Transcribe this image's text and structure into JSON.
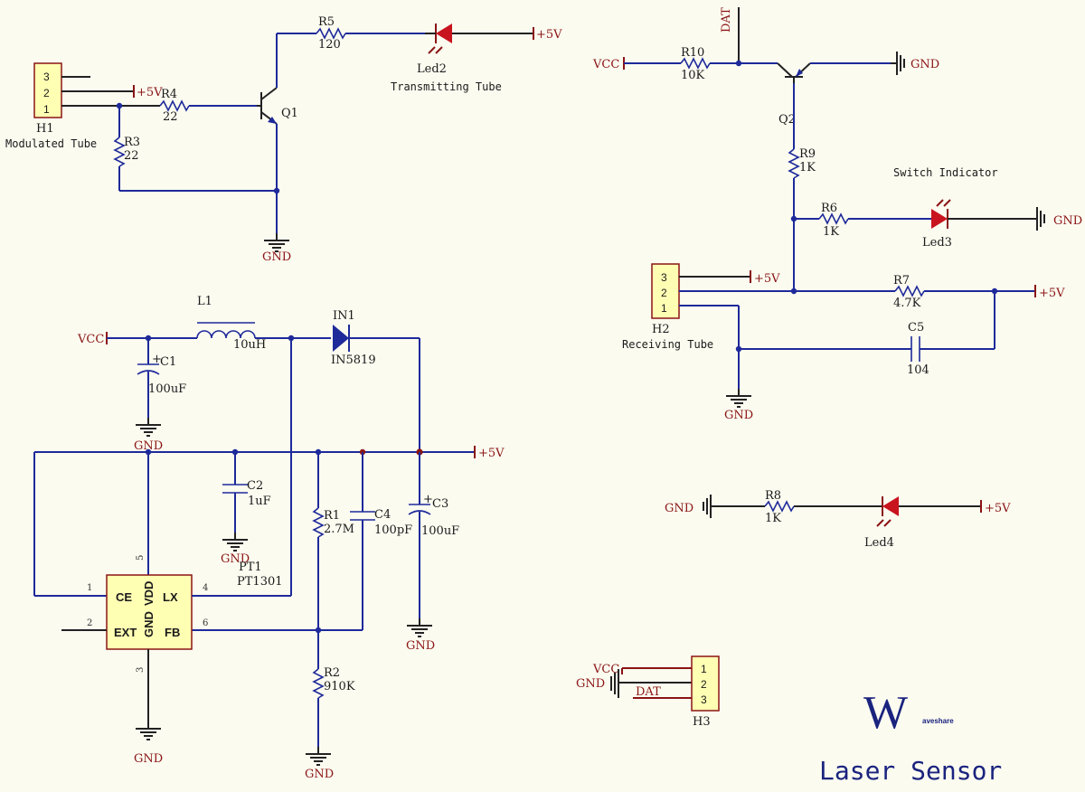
{
  "diagram": {
    "title": "Laser Sensor",
    "logo": {
      "letter": "W",
      "text": "aveshare"
    },
    "nets": {
      "vcc": "VCC",
      "gnd": "GND",
      "p5v": "+5V",
      "dat": "DAT"
    },
    "connectors": {
      "h1": {
        "ref": "H1",
        "label": "Modulated Tube",
        "pins": [
          "3",
          "2",
          "1"
        ]
      },
      "h2": {
        "ref": "H2",
        "label": "Receiving Tube",
        "pins": [
          "3",
          "2",
          "1"
        ]
      },
      "h3": {
        "ref": "H3",
        "pins": [
          "1",
          "2",
          "3"
        ]
      }
    },
    "resistors": {
      "r1": {
        "ref": "R1",
        "value": "2.7M"
      },
      "r2": {
        "ref": "R2",
        "value": "910K"
      },
      "r3": {
        "ref": "R3",
        "value": "22"
      },
      "r4": {
        "ref": "R4",
        "value": "22"
      },
      "r5": {
        "ref": "R5",
        "value": "120"
      },
      "r6": {
        "ref": "R6",
        "value": "1K"
      },
      "r7": {
        "ref": "R7",
        "value": "4.7K"
      },
      "r8": {
        "ref": "R8",
        "value": "1K"
      },
      "r9": {
        "ref": "R9",
        "value": "1K"
      },
      "r10": {
        "ref": "R10",
        "value": "10K"
      }
    },
    "capacitors": {
      "c1": {
        "ref": "C1",
        "value": "100uF"
      },
      "c2": {
        "ref": "C2",
        "value": "1uF"
      },
      "c3": {
        "ref": "C3",
        "value": "100uF"
      },
      "c4": {
        "ref": "C4",
        "value": "100pF"
      },
      "c5": {
        "ref": "C5",
        "value": "104"
      }
    },
    "inductor": {
      "ref": "L1",
      "value": "10uH"
    },
    "diode": {
      "ref": "IN1",
      "value": "IN5819"
    },
    "transistors": {
      "q1": "Q1",
      "q2": "Q2"
    },
    "leds": {
      "led2": {
        "ref": "Led2",
        "label": "Transmitting Tube"
      },
      "led3": {
        "ref": "Led3",
        "label": "Switch Indicator"
      },
      "led4": {
        "ref": "Led4"
      }
    },
    "ic": {
      "ref": "PT1",
      "part": "PT1301",
      "pin_names": {
        "ce": "CE",
        "lx": "LX",
        "ext": "EXT",
        "fb": "FB",
        "gnd": "GND",
        "vdd": "VDD"
      },
      "pin_numbers": {
        "ce": "1",
        "ext": "2",
        "gnd": "3",
        "lx": "4",
        "vdd": "5",
        "fb": "6"
      }
    },
    "colors": {
      "wire": "#1e2a9a",
      "net_label": "#8b1414",
      "led": "#c8141e",
      "connector_body": "#ffffb4",
      "background": "#fbfbf0"
    }
  }
}
